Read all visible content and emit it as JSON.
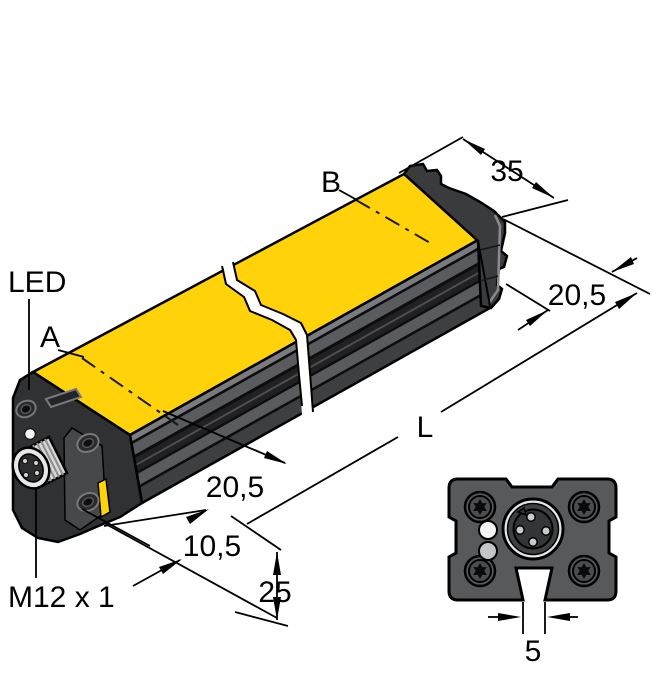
{
  "drawing": {
    "title": "linear-position-sensor-dimension-drawing",
    "view_3d_labels": {
      "led": "LED",
      "ref_a": "A",
      "ref_b": "B",
      "thread": "M12 x 1"
    },
    "dimensions": {
      "width_top": "35",
      "depth_right": "20,5",
      "length": "L",
      "width_bottom": "20,5",
      "connector_offset": "10,5",
      "height": "25",
      "slot_width": "5"
    },
    "colors": {
      "housing_yellow": "#ffd20a",
      "cap_dark": "#303133",
      "profile_gray": "#58595b",
      "face_gray": "#4b4c4e",
      "boss_gray": "#47484b",
      "highlight_gray": "#7a7b7e",
      "line_black": "#000000",
      "led_top": "#f5f5f5",
      "led_bottom": "#c4c5c6",
      "connector_ring": "#e6e6e7",
      "thread_silver": "#d8d8d8"
    }
  }
}
